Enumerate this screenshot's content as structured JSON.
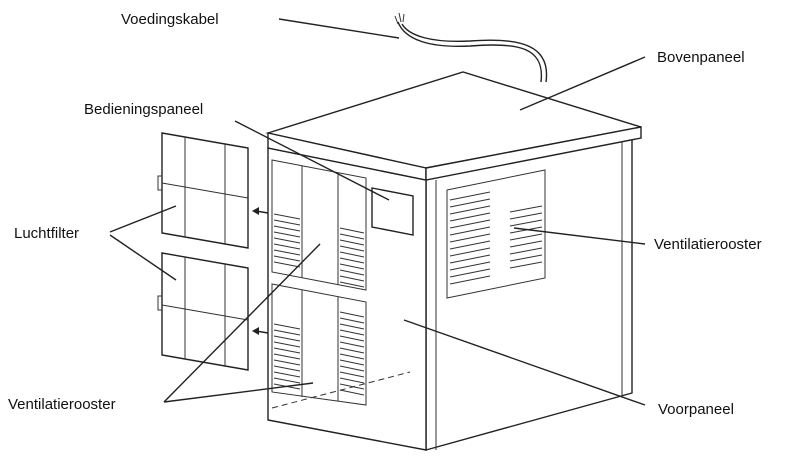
{
  "labels": {
    "voedingskabel": "Voedingskabel",
    "bovenpaneel": "Bovenpaneel",
    "bedieningspaneel": "Bedieningspaneel",
    "luchtfilter": "Luchtfilter",
    "ventilatierooster_right": "Ventilatierooster",
    "ventilatierooster_left": "Ventilatierooster",
    "voorpaneel": "Voorpaneel"
  },
  "colors": {
    "line": "#222222",
    "background": "#ffffff"
  }
}
